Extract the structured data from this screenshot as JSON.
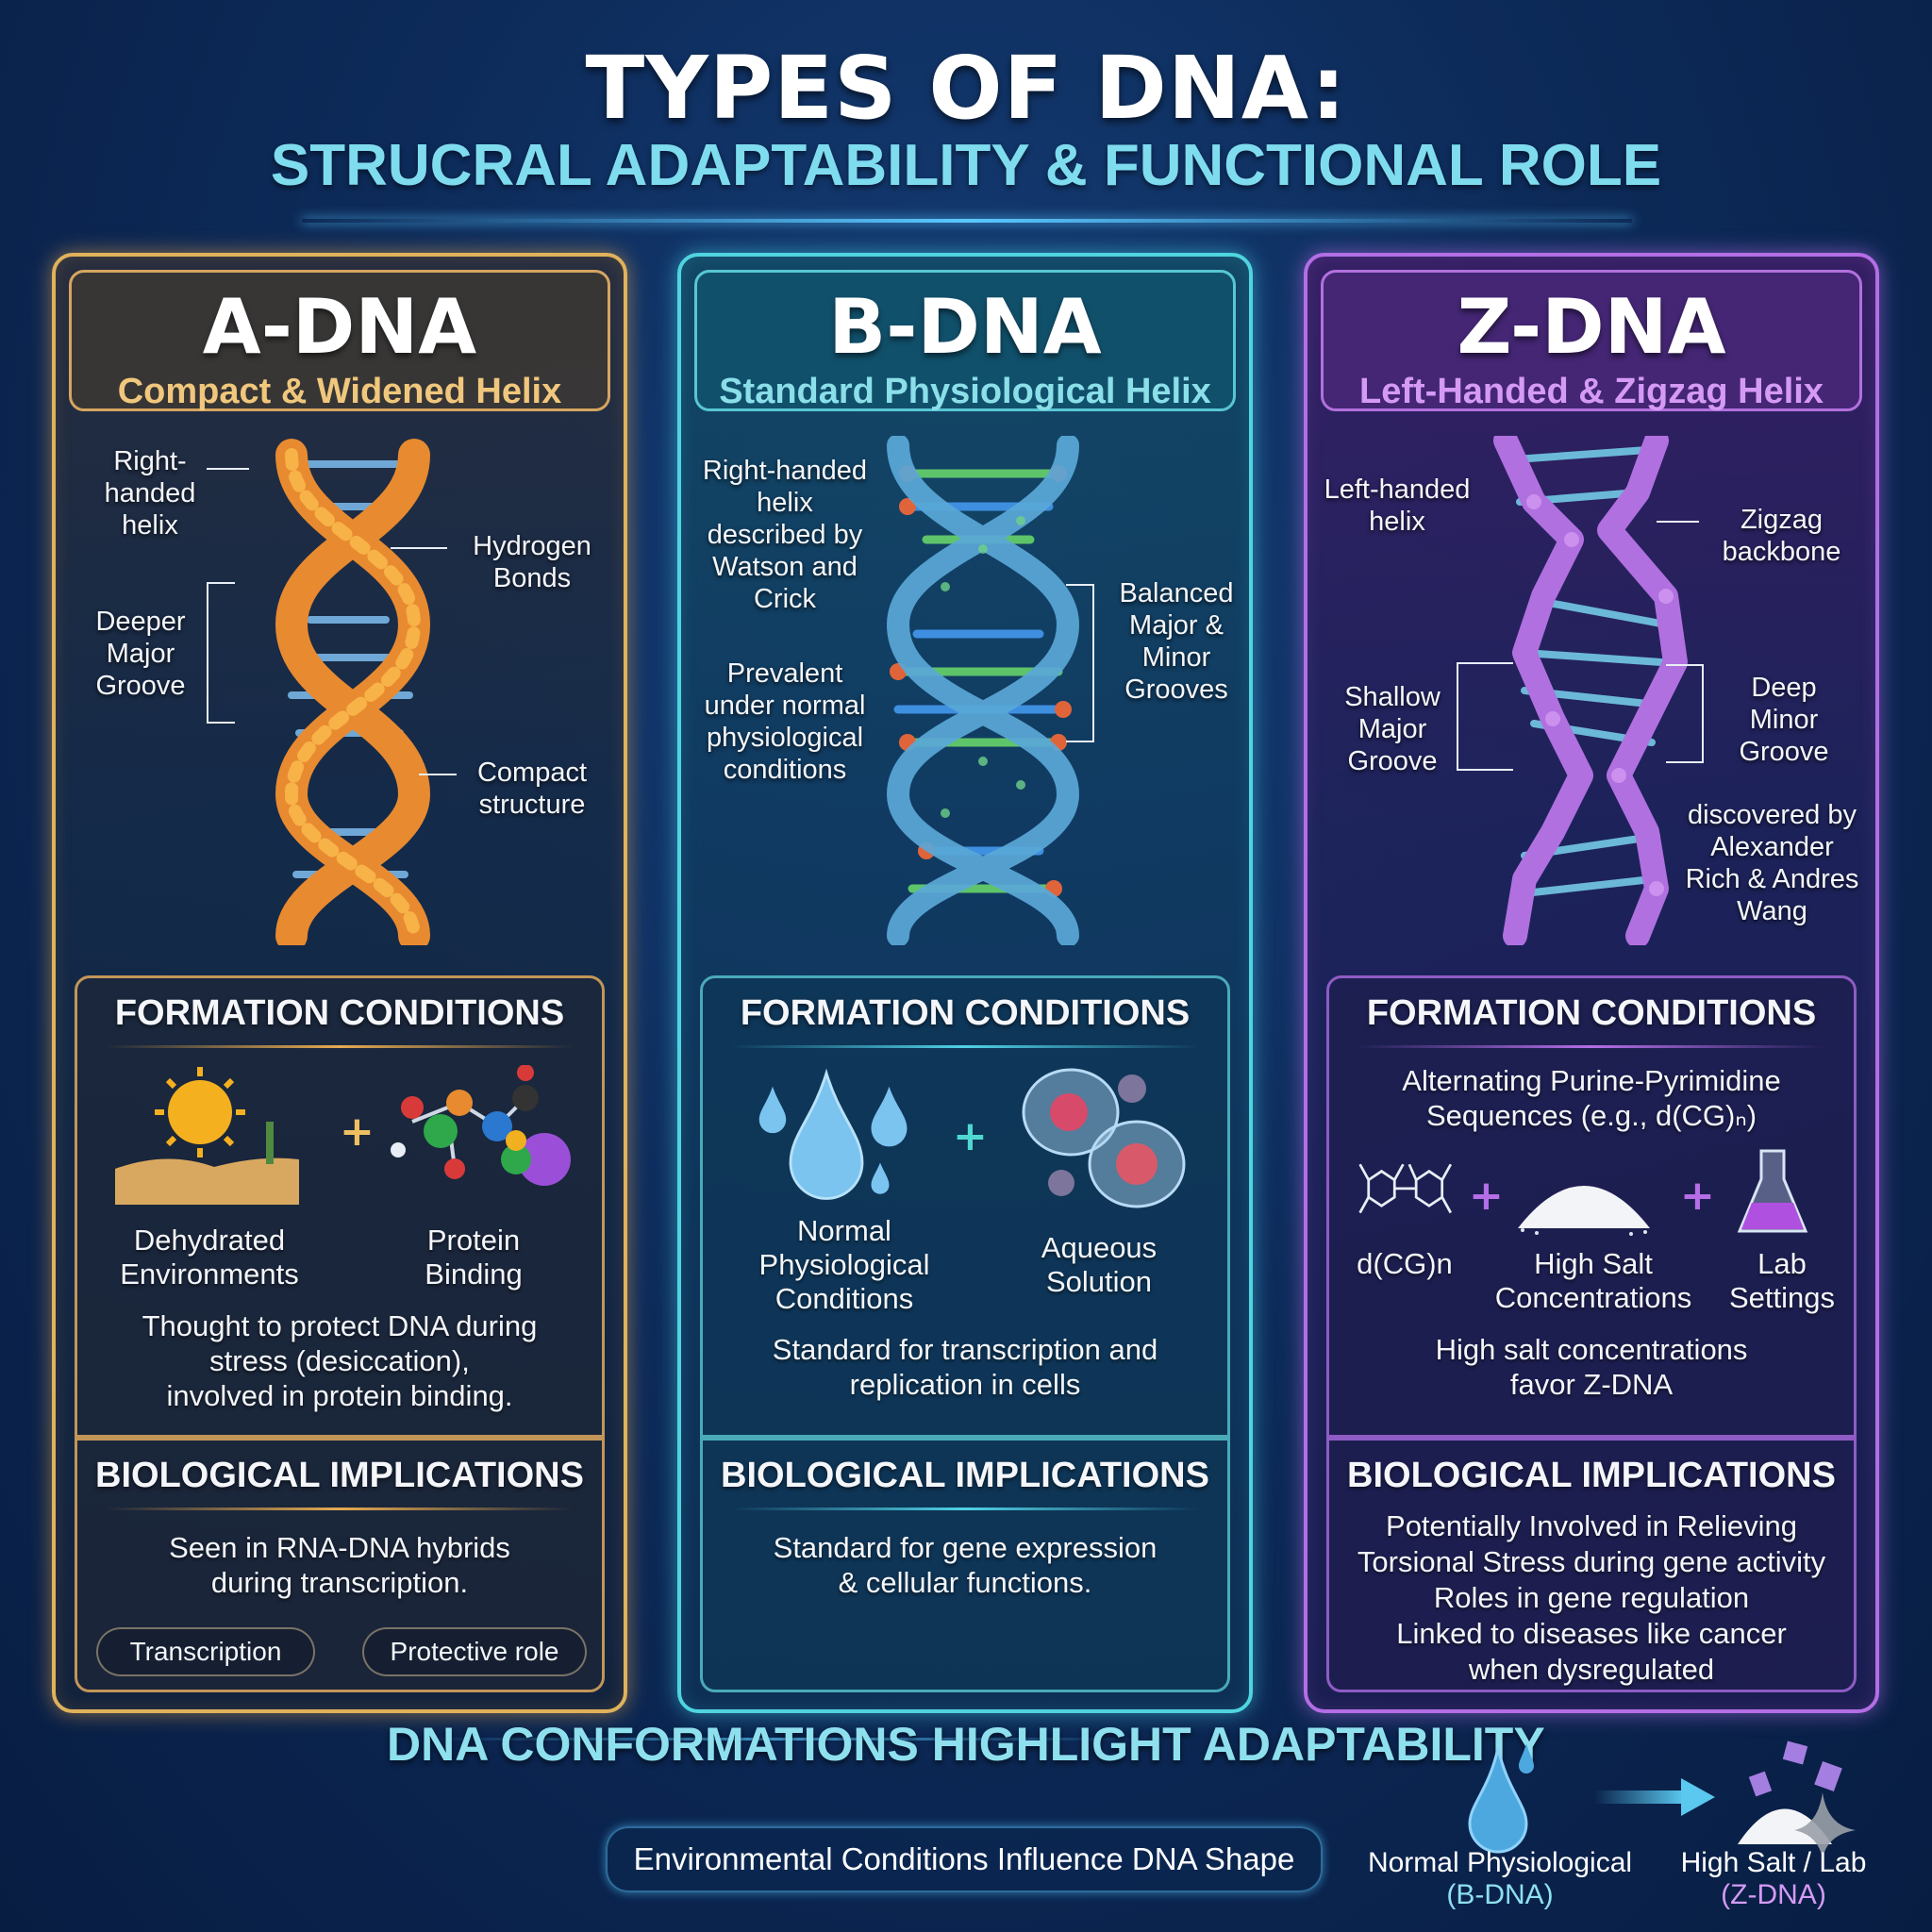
{
  "header": {
    "title": "TYPES OF DNA:",
    "subtitle": "STRUCRAL ADAPTABILITY & FUNCTIONAL ROLE"
  },
  "colors": {
    "background": "#0d2b5a",
    "a_dna_accent": "#e0b25c",
    "b_dna_accent": "#4fd4e0",
    "z_dna_accent": "#b46ee6"
  },
  "columns": {
    "a": {
      "name": "A-DNA",
      "tagline": "Compact & Widened Helix",
      "helix_icon": "orange-double-helix-icon",
      "labels": {
        "right_handed": "Right-\nhanded\nhelix",
        "hydrogen": "Hydrogen\nBonds",
        "groove": "Deeper\nMajor\nGroove",
        "compact": "Compact\nstructure"
      },
      "formation": {
        "title": "FORMATION CONDITIONS",
        "items": [
          {
            "icon": "desert-sun-icon",
            "label": "Dehydrated\nEnvironments"
          },
          {
            "icon": "protein-molecule-icon",
            "label": "Protein\nBinding"
          }
        ],
        "plus": "+",
        "description": "Thought to protect DNA during\nstress (desiccation),\ninvolved in protein binding."
      },
      "biological": {
        "title": "BIOLOGICAL IMPLICATIONS",
        "description": "Seen in RNA-DNA hybrids\nduring transcription.",
        "tags": [
          "Transcription",
          "Protective role"
        ]
      }
    },
    "b": {
      "name": "B-DNA",
      "tagline": "Standard Physiological Helix",
      "helix_icon": "blue-double-helix-icon",
      "labels": {
        "right_handed": "Right-handed\nhelix\ndescribed by\nWatson and\nCrick",
        "prevalent": "Prevalent\nunder normal\nphysiological\nconditions",
        "grooves": "Balanced\nMajor &\nMinor\nGrooves"
      },
      "formation": {
        "title": "FORMATION CONDITIONS",
        "items": [
          {
            "icon": "water-drops-icon",
            "label": "Normal\nPhysiological\nConditions"
          },
          {
            "icon": "cells-icon",
            "label": "Aqueous\nSolution"
          }
        ],
        "plus": "+",
        "description": "Standard for transcription and\nreplication in cells"
      },
      "biological": {
        "title": "BIOLOGICAL IMPLICATIONS",
        "description": "Standard for gene expression\n& cellular functions."
      }
    },
    "z": {
      "name": "Z-DNA",
      "tagline": "Left-Handed & Zigzag Helix",
      "helix_icon": "purple-double-helix-icon",
      "labels": {
        "left_handed": "Left-handed\nhelix",
        "zigzag": "Zigzag\nbackbone",
        "shallow": "Shallow\nMajor\nGroove",
        "deep": "Deep\nMinor\nGroove",
        "discovered": "discovered by\nAlexander\nRich & Andres\nWang"
      },
      "formation": {
        "title": "FORMATION CONDITIONS",
        "intro": "Alternating Purine-Pyrimidine\nSequences (e.g., d(CG)ₙ)",
        "items": [
          {
            "icon": "molecule-structure-icon",
            "label": "d(CG)n"
          },
          {
            "icon": "salt-pile-icon",
            "label": "High Salt\nConcentrations"
          },
          {
            "icon": "flask-icon",
            "label": "Lab\nSettings"
          }
        ],
        "plus": "+",
        "description": "High salt concentrations\nfavor Z-DNA"
      },
      "biological": {
        "title": "BIOLOGICAL IMPLICATIONS",
        "description": "Potentially Involved in Relieving\nTorsional Stress during gene activity\nRoles in gene regulation\nLinked to diseases like cancer\nwhen dysregulated"
      }
    }
  },
  "footer": {
    "title": "DNA CONFORMATIONS HIGHLIGHT ADAPTABILITY",
    "pill": "Environmental Conditions Influence DNA Shape",
    "flow": {
      "from_label": "Normal Physiological",
      "from_sub": "(B-DNA)",
      "to_label": "High Salt / Lab",
      "to_sub": "(Z-DNA)",
      "from_sub_color": "#8fe0ee",
      "to_sub_color": "#d59af5"
    }
  }
}
